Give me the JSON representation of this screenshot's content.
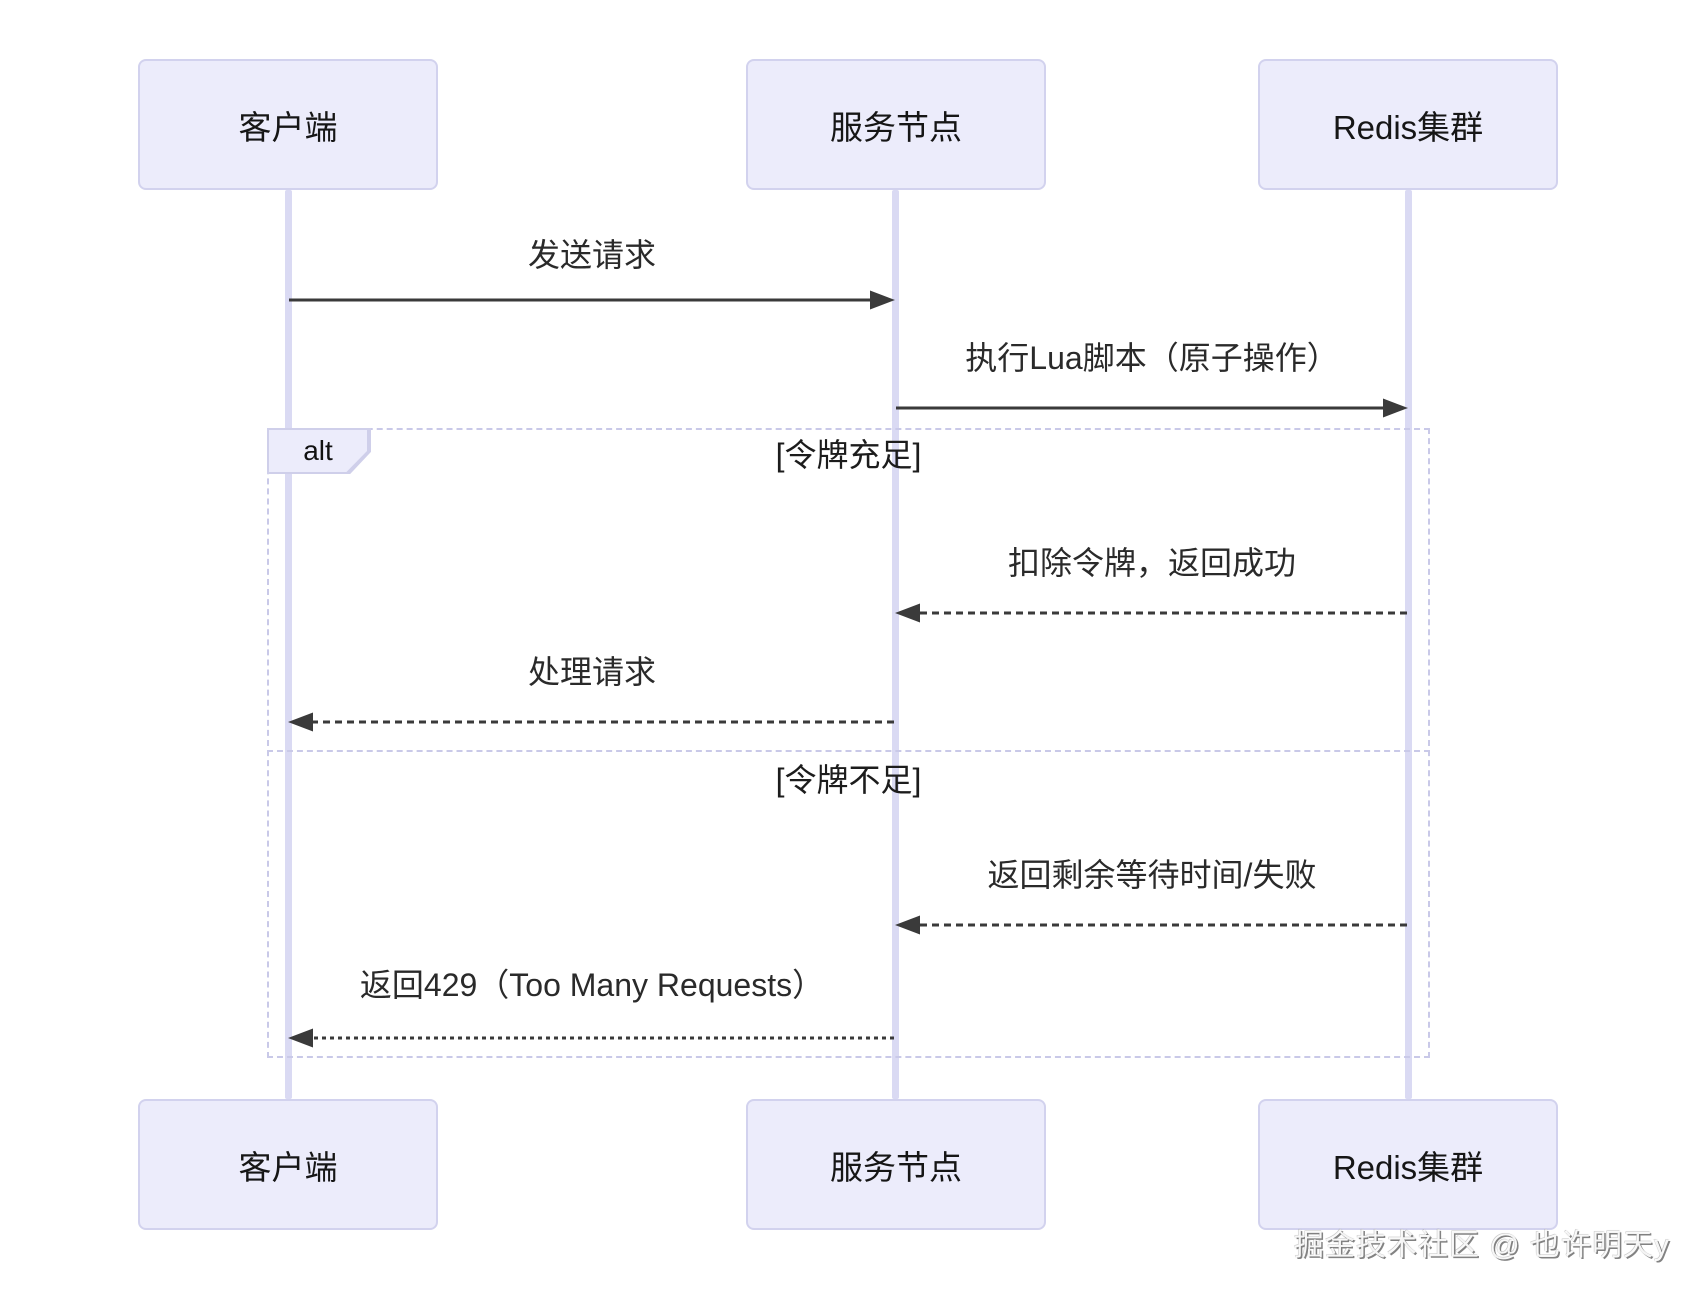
{
  "diagram": {
    "type": "sequence",
    "participants": [
      {
        "id": "client",
        "name": "客户端"
      },
      {
        "id": "service",
        "name": "服务节点"
      },
      {
        "id": "redis",
        "name": "Redis集群"
      }
    ],
    "messages": [
      {
        "from": "客户端",
        "to": "服务节点",
        "label": "发送请求",
        "style": "solid"
      },
      {
        "from": "服务节点",
        "to": "Redis集群",
        "label": "执行Lua脚本（原子操作）",
        "style": "solid"
      },
      {
        "from": "Redis集群",
        "to": "服务节点",
        "label": "扣除令牌，返回成功",
        "style": "dashed",
        "section": "令牌充足"
      },
      {
        "from": "服务节点",
        "to": "客户端",
        "label": "处理请求",
        "style": "dashed",
        "section": "令牌充足"
      },
      {
        "from": "Redis集群",
        "to": "服务节点",
        "label": "返回剩余等待时间/失败",
        "style": "dashed",
        "section": "令牌不足"
      },
      {
        "from": "服务节点",
        "to": "客户端",
        "label": "返回429（Too Many Requests）",
        "style": "dotted",
        "section": "令牌不足"
      }
    ],
    "alt_frame": {
      "label": "alt",
      "sections": [
        {
          "condition": "[令牌充足]"
        },
        {
          "condition": "[令牌不足]"
        }
      ]
    },
    "colors": {
      "actor_fill": "#ececfb",
      "actor_border": "#d2d2ee",
      "lifeline": "#dadaf3",
      "frame_border": "#c9c9e8",
      "arrow": "#3a3a3a"
    }
  },
  "watermark": "掘金技术社区 @ 也许明天y"
}
